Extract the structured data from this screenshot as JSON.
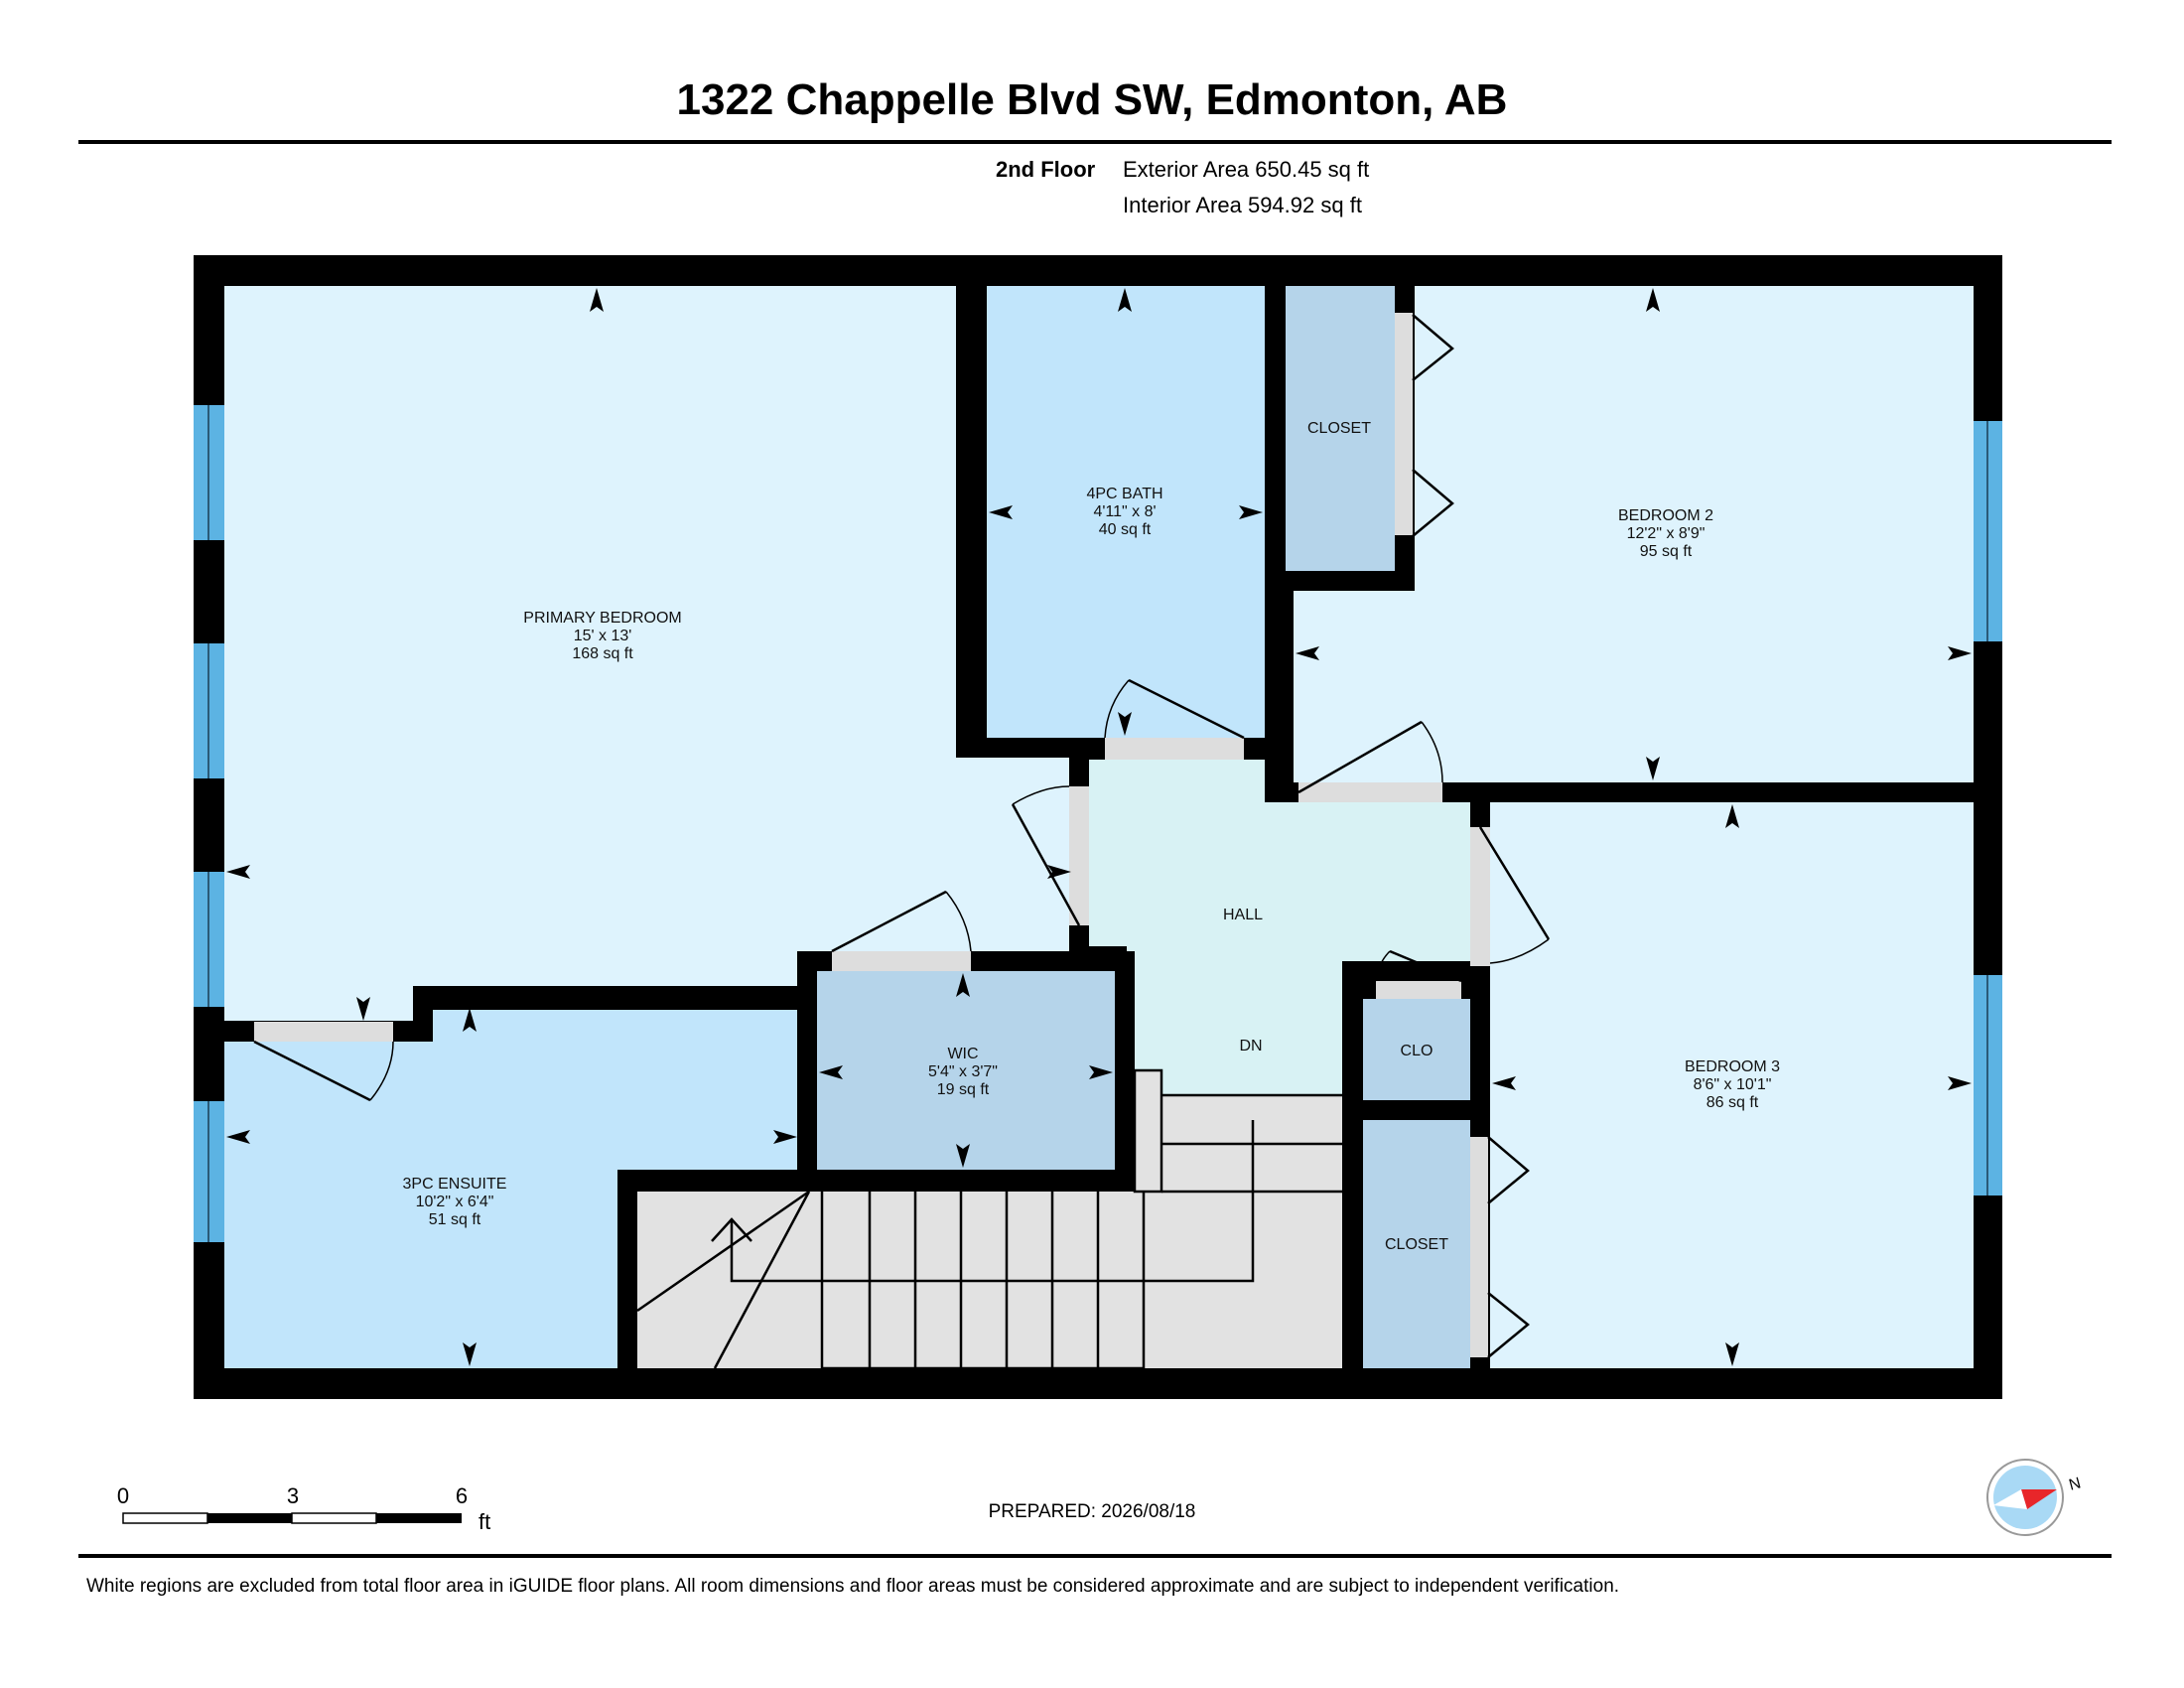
{
  "header": {
    "address": "1322 Chappelle Blvd SW, Edmonton, AB",
    "floor": "2nd Floor",
    "exterior_area": "Exterior Area 650.45 sq ft",
    "interior_area": "Interior Area 594.92 sq ft"
  },
  "rooms": {
    "primary_bedroom": {
      "name": "PRIMARY BEDROOM",
      "dims": "15' x 13'",
      "area": "168 sq ft"
    },
    "bath_4pc": {
      "name": "4PC BATH",
      "dims": "4'11\" x 8'",
      "area": "40 sq ft"
    },
    "closet_top": {
      "name": "CLOSET"
    },
    "bedroom_2": {
      "name": "BEDROOM 2",
      "dims": "12'2\" x 8'9\"",
      "area": "95 sq ft"
    },
    "hall": {
      "name": "HALL"
    },
    "dn": {
      "name": "DN"
    },
    "wic": {
      "name": "WIC",
      "dims": "5'4\" x 3'7\"",
      "area": "19 sq ft"
    },
    "clo": {
      "name": "CLO"
    },
    "ensuite_3pc": {
      "name": "3PC ENSUITE",
      "dims": "10'2\" x 6'4\"",
      "area": "51 sq ft"
    },
    "closet_bottom": {
      "name": "CLOSET"
    },
    "bedroom_3": {
      "name": "BEDROOM 3",
      "dims": "8'6\" x 10'1\"",
      "area": "86 sq ft"
    }
  },
  "scale_bar": {
    "labels": [
      "0",
      "3",
      "6"
    ],
    "unit": "ft"
  },
  "compass": {
    "label": "N"
  },
  "footer": {
    "prepared": "PREPARED: 2026/08/18",
    "disclaimer": "White regions are excluded from total floor area in iGUIDE floor plans. All room dimensions and floor areas must be considered approximate and are subject to independent verification."
  },
  "colors": {
    "wall": "#000000",
    "bedroom_fill": "#def3fd",
    "bath_fill": "#c1e5fb",
    "closet_fill": "#b5d4ea",
    "hall_fill": "#d8f2f4",
    "stair_fill": "#e2e2e2",
    "window": "#5cb3e3",
    "door_opening": "#dddddd",
    "compass_needle": "#e8262a",
    "compass_fill": "#a9d9f5"
  }
}
